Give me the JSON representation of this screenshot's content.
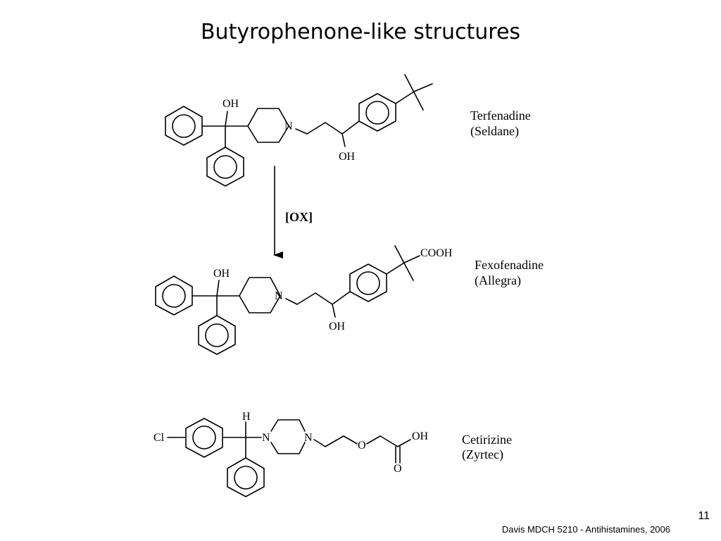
{
  "title": "Butyrophenone-like structures",
  "reaction": {
    "reagent": "[OX]"
  },
  "compounds": [
    {
      "name": "Terfenadine",
      "brand": "(Seldane)",
      "labels": {
        "oh_carbinol": "OH",
        "n": "N",
        "oh_chain": "OH"
      }
    },
    {
      "name": "Fexofenadine",
      "brand": "(Allegra)",
      "labels": {
        "oh_carbinol": "OH",
        "n": "N",
        "oh_chain": "OH",
        "cooh": "COOH"
      }
    },
    {
      "name": "Cetirizine",
      "brand": "(Zyrtec)",
      "labels": {
        "cl": "Cl",
        "h": "H",
        "n1": "N",
        "n2": "N",
        "o_ether": "O",
        "oh_acid": "OH",
        "o_carbonyl": "O"
      }
    }
  ],
  "slide_number": "11",
  "footer": "Davis MDCH 5210 - Antihistamines, 2006"
}
